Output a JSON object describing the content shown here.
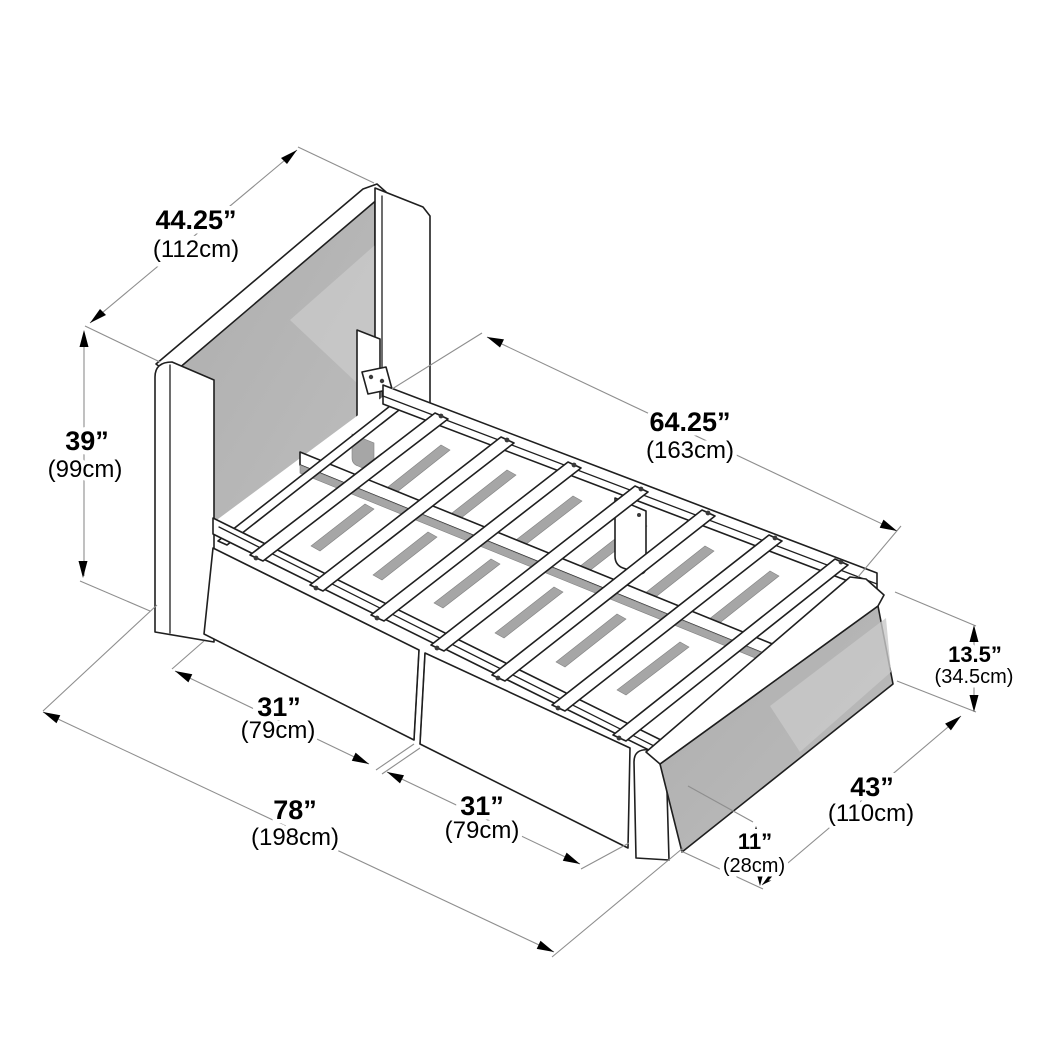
{
  "diagram": {
    "type": "isometric-dimension-drawing",
    "colors": {
      "background": "#ffffff",
      "outline": "#1f1f1f",
      "panel_gray": "#b4b4b4",
      "strap_gray": "#a6a6a6",
      "dimension_line": "#8e8e8e",
      "text": "#000000"
    },
    "dims": {
      "headboard_width": {
        "in": "44.25”",
        "cm": "(112cm)"
      },
      "headboard_height": {
        "in": "39”",
        "cm": "(99cm)"
      },
      "frame_length": {
        "in": "64.25”",
        "cm": "(163cm)"
      },
      "footboard_height": {
        "in": "13.5”",
        "cm": "(34.5cm)"
      },
      "drawer_front_length": {
        "in": "31”",
        "cm": "(79cm)"
      },
      "drawer_back_length": {
        "in": "31”",
        "cm": "(79cm)"
      },
      "overall_length": {
        "in": "78”",
        "cm": "(198cm)"
      },
      "overall_width": {
        "in": "43”",
        "cm": "(110cm)"
      },
      "base_clearance": {
        "in": "11”",
        "cm": "(28cm)"
      }
    }
  }
}
